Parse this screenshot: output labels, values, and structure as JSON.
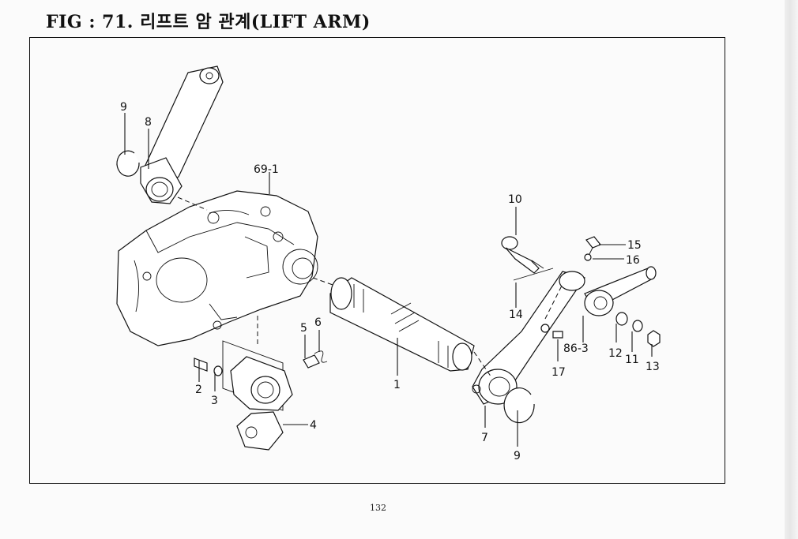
{
  "figure": {
    "title": "FIG : 71. 리프트 암 관계(LIFT ARM)",
    "page_number": "132"
  },
  "callouts": {
    "c1": "1",
    "c2": "2",
    "c3": "3",
    "c4": "4",
    "c5": "5",
    "c6": "6",
    "c7": "7",
    "c8": "8",
    "c9a": "9",
    "c9b": "9",
    "c10": "10",
    "c11": "11",
    "c12": "12",
    "c13": "13",
    "c14": "14",
    "c15": "15",
    "c16": "16",
    "c17": "17",
    "c69_1": "69-1",
    "c86_3": "86-3"
  }
}
